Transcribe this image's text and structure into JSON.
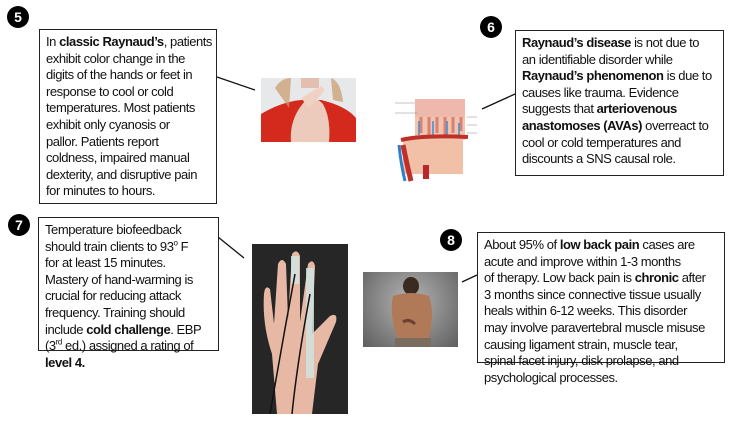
{
  "badges": [
    "5",
    "6",
    "7",
    "8"
  ],
  "boxes": {
    "b5": [
      [
        {
          "t": "In "
        },
        {
          "t": "classic Raynaud’s",
          "b": 1
        },
        {
          "t": ", patients"
        }
      ],
      [
        {
          "t": "exhibit color change in the"
        }
      ],
      [
        {
          "t": "digits of the hands or feet in"
        }
      ],
      [
        {
          "t": "response to cool or cold"
        }
      ],
      [
        {
          "t": "temperatures. Most patients"
        }
      ],
      [
        {
          "t": "exhibit only cyanosis or"
        }
      ],
      [
        {
          "t": "pallor. Patients report"
        }
      ],
      [
        {
          "t": "coldness, impaired manual"
        }
      ],
      [
        {
          "t": "dexterity, and disruptive pain"
        }
      ],
      [
        {
          "t": "for minutes to hours."
        }
      ]
    ],
    "b6": [
      [
        {
          "t": "Raynaud’s disease",
          "b": 1
        },
        {
          "t": " is not due to"
        }
      ],
      [
        {
          "t": "an identifiable disorder while"
        }
      ],
      [
        {
          "t": "Raynaud’s phenomenon",
          "b": 1
        },
        {
          "t": " is due to"
        }
      ],
      [
        {
          "t": "causes like trauma. Evidence"
        }
      ],
      [
        {
          "t": "suggests that "
        },
        {
          "t": "arteriovenous",
          "b": 1
        }
      ],
      [
        {
          "t": "anastomoses (AVAs)",
          "b": 1
        },
        {
          "t": " overreact to"
        }
      ],
      [
        {
          "t": "cool or cold temperatures and"
        }
      ],
      [
        {
          "t": "discounts a SNS causal role."
        }
      ]
    ],
    "b7": [
      [
        {
          "t": "Temperature biofeedback"
        }
      ],
      [
        {
          "t": "should train clients to 93"
        },
        {
          "t": "o",
          "sup": 1
        },
        {
          "t": "  F"
        }
      ],
      [
        {
          "t": "for at least 15 minutes."
        }
      ],
      [
        {
          "t": "Mastery of hand-warming is"
        }
      ],
      [
        {
          "t": "crucial for reducing attack"
        }
      ],
      [
        {
          "t": "frequency. Training should"
        }
      ],
      [
        {
          "t": "include "
        },
        {
          "t": "cold challenge",
          "b": 1
        },
        {
          "t": ". EBP"
        }
      ],
      [
        {
          "t": "(3"
        },
        {
          "t": "rd",
          "sup": 1
        },
        {
          "t": " ed.) assigned a rating of"
        }
      ],
      [
        {
          "t": "level 4.",
          "b": 1
        }
      ]
    ],
    "b8": [
      [
        {
          "t": "About 95% of "
        },
        {
          "t": "low back pain",
          "b": 1
        },
        {
          "t": " cases are"
        }
      ],
      [
        {
          "t": "acute and improve within 1-3 months"
        }
      ],
      [
        {
          "t": "of therapy. Low back pain is "
        },
        {
          "t": "chronic",
          "b": 1
        },
        {
          "t": " after"
        }
      ],
      [
        {
          "t": "3 months since connective tissue usually"
        }
      ],
      [
        {
          "t": "heals within 6-12 weeks. This disorder"
        }
      ],
      [
        {
          "t": "may involve paravertebral muscle misuse"
        }
      ],
      [
        {
          "t": "causing ligament strain, muscle tear,"
        }
      ],
      [
        {
          "t": "spinal facet injury, disk prolapse, and"
        }
      ],
      [
        {
          "t": "psychological processes."
        }
      ]
    ]
  },
  "colors": {
    "sweater": "#d42a1e",
    "skin": "#e8c2ae",
    "backdrop": "#2a2a2a",
    "gray": "#8a8a8a"
  }
}
